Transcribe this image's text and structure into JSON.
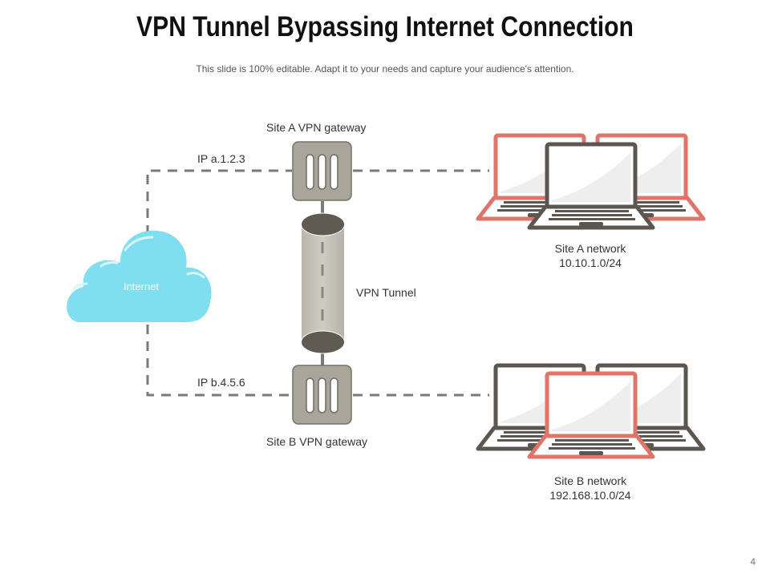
{
  "slide": {
    "title": "VPN Tunnel Bypassing Internet Connection",
    "subtitle": "This slide is 100% editable. Adapt it to your needs and capture your audience's attention.",
    "page_number": "4"
  },
  "diagram": {
    "internet": {
      "label": "Internet",
      "icon": "cloud-icon"
    },
    "site_a_gateway": {
      "label": "Site A VPN gateway",
      "ip": "IP a.1.2.3",
      "icon": "gateway-icon"
    },
    "site_b_gateway": {
      "label": "Site B VPN gateway",
      "ip": "IP b.4.5.6",
      "icon": "gateway-icon"
    },
    "tunnel": {
      "label": "VPN Tunnel",
      "icon": "tunnel-cylinder-icon"
    },
    "site_a_network": {
      "label": "Site A network",
      "subnet": "10.10.1.0/24",
      "icon": "laptops-icon",
      "device_count": 3
    },
    "site_b_network": {
      "label": "Site B network",
      "subnet": "192.168.10.0/24",
      "icon": "laptops-icon",
      "device_count": 3
    },
    "connections": [
      {
        "from": "Internet",
        "to": "Site A VPN gateway",
        "style": "dashed"
      },
      {
        "from": "Internet",
        "to": "Site B VPN gateway",
        "style": "dashed"
      },
      {
        "from": "Site A VPN gateway",
        "to": "Site A network",
        "style": "dashed"
      },
      {
        "from": "Site B VPN gateway",
        "to": "Site B network",
        "style": "dashed"
      },
      {
        "from": "Site A VPN gateway",
        "to": "Site B VPN gateway",
        "via": "VPN Tunnel",
        "style": "dashed"
      }
    ]
  },
  "colors": {
    "cloud": "#7fdff0",
    "gateway": "#a9a59b",
    "gateway_border": "#6f6b62",
    "tunnel_body": "#c4c1b7",
    "tunnel_cap": "#5f5a52",
    "laptop_red": "#e07468",
    "laptop_dark": "#5c5650",
    "connector": "#7a7a7a"
  }
}
